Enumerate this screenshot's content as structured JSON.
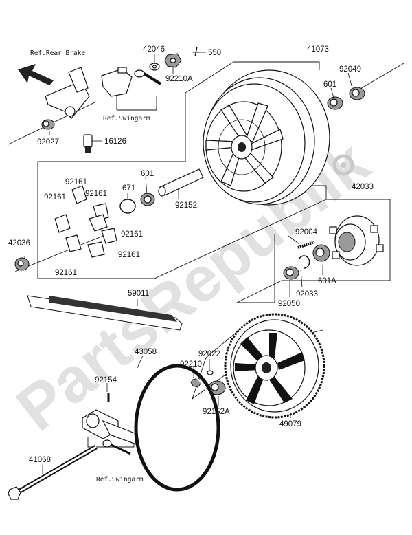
{
  "watermark": "PartsRepublik",
  "references": {
    "rear_brake": "Ref.Rear Brake",
    "swingarm_top": "Ref.Swingarm",
    "swingarm_bottom": "Ref.Swingarm"
  },
  "parts": {
    "p42046": "42046",
    "p550": "550",
    "p92210A": "92210A",
    "p41073": "41073",
    "p92049": "92049",
    "p601_top": "601",
    "p92027": "92027",
    "p16126": "16126",
    "p92161_a": "92161",
    "p92161_b": "92161",
    "p92161_c": "92161",
    "p92161_d": "92161",
    "p92161_e": "92161",
    "p92161_f": "92161",
    "p671": "671",
    "p601_mid": "601",
    "p92152": "92152",
    "p42033": "42033",
    "p92004": "92004",
    "p42036": "42036",
    "p601A": "601A",
    "p92033": "92033",
    "p92050": "92050",
    "p59011": "59011",
    "p43058": "43058",
    "p92022": "92022",
    "p92210": "92210",
    "p92154": "92154",
    "p92152A": "92152A",
    "p49079": "49079",
    "p41068": "41068"
  }
}
